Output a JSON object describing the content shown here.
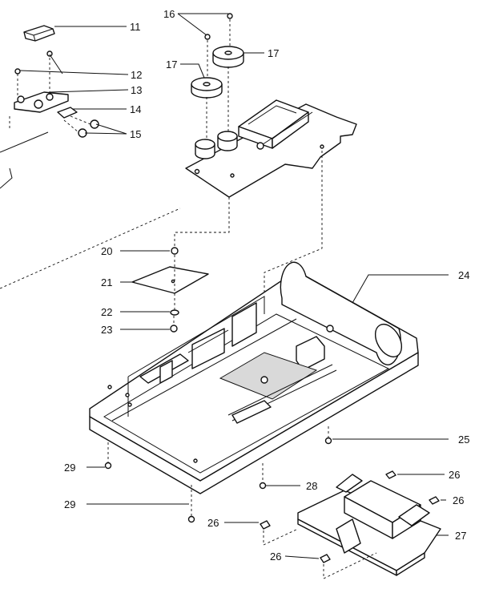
{
  "callouts": [
    {
      "id": "11",
      "text": "11"
    },
    {
      "id": "12",
      "text": "12"
    },
    {
      "id": "13",
      "text": "13"
    },
    {
      "id": "14",
      "text": "14"
    },
    {
      "id": "15",
      "text": "15"
    },
    {
      "id": "16",
      "text": "16"
    },
    {
      "id": "17a",
      "text": "17"
    },
    {
      "id": "17b",
      "text": "17"
    },
    {
      "id": "20",
      "text": "20"
    },
    {
      "id": "21",
      "text": "21"
    },
    {
      "id": "22",
      "text": "22"
    },
    {
      "id": "23",
      "text": "23"
    },
    {
      "id": "24",
      "text": "24"
    },
    {
      "id": "25",
      "text": "25"
    },
    {
      "id": "26a",
      "text": "26"
    },
    {
      "id": "26b",
      "text": "26"
    },
    {
      "id": "26c",
      "text": "26"
    },
    {
      "id": "26d",
      "text": "26"
    },
    {
      "id": "27",
      "text": "27"
    },
    {
      "id": "28",
      "text": "28"
    },
    {
      "id": "29a",
      "text": "29"
    },
    {
      "id": "29b",
      "text": "29"
    }
  ]
}
